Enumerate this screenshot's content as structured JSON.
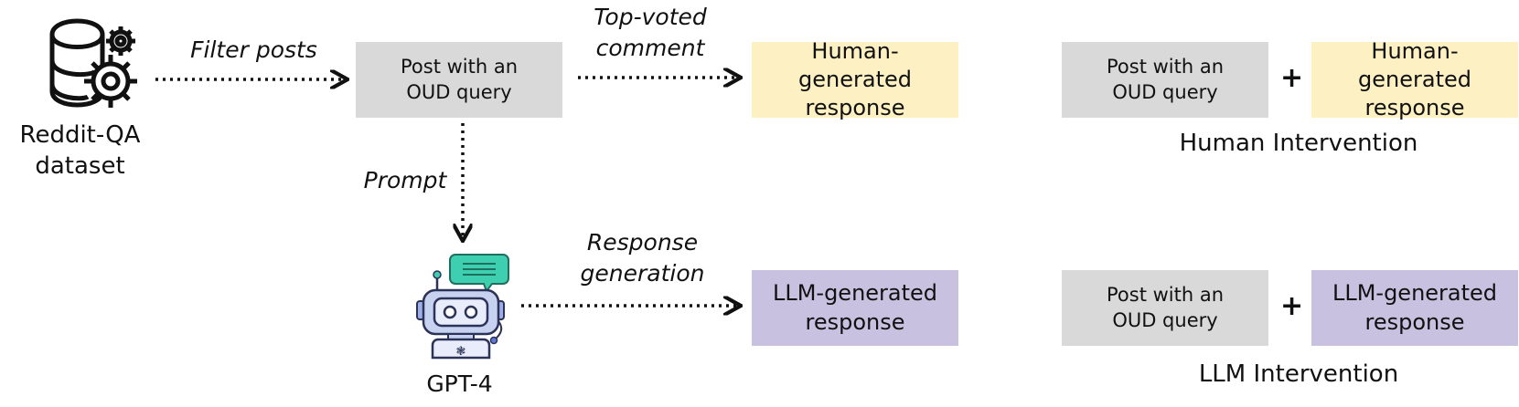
{
  "source": {
    "label": "Reddit-QA dataset",
    "icon": "database-gear-icon"
  },
  "arrows": {
    "filter": "Filter posts",
    "top_voted": "Top-voted comment",
    "prompt": "Prompt",
    "response_generation": "Response generation"
  },
  "boxes": {
    "post": "Post with an OUD query",
    "human_response": "Human-generated response",
    "llm_response": "LLM-generated response"
  },
  "model": {
    "label": "GPT-4",
    "icon": "robot-chat-icon"
  },
  "interventions": {
    "human": {
      "post": "Post with an OUD query",
      "plus": "+",
      "response": "Human-generated response",
      "caption": "Human Intervention"
    },
    "llm": {
      "post": "Post with an OUD query",
      "plus": "+",
      "response": "LLM-generated response",
      "caption": "LLM Intervention"
    }
  },
  "colors": {
    "post_box": "#d9d9d9",
    "human_box": "#fdf0c3",
    "llm_box": "#c9c1e0",
    "robot_bubble": "#3ecfb0",
    "robot_body": "#c7d2f0"
  }
}
